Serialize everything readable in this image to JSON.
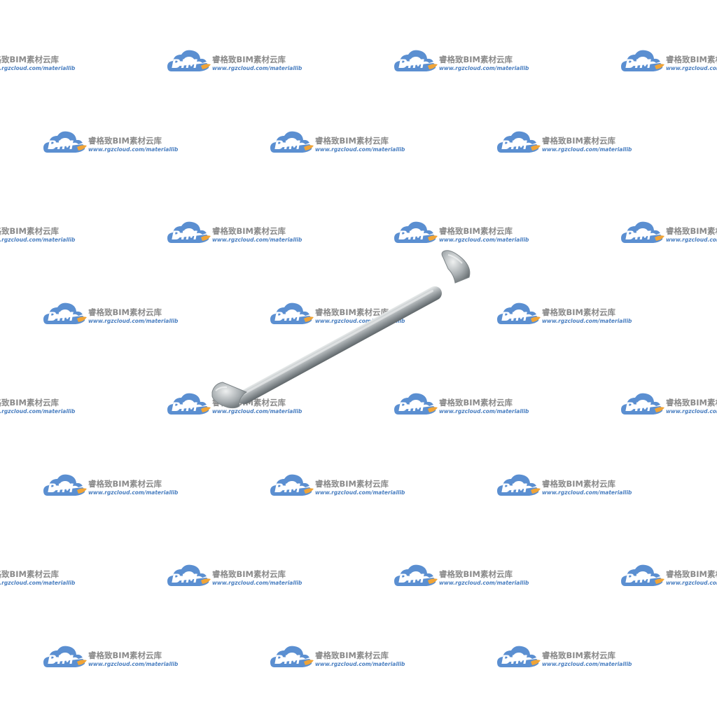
{
  "watermark": {
    "logo_text": "BIM",
    "brand": "睿格致BIM素材云库",
    "url": "www.rgzcloud.com/materiallib",
    "logo_blue": "#5b8fd1",
    "logo_orange": "#f0a437"
  },
  "object": {
    "icon": "metal-u-handle",
    "color": "#a9aeb0"
  }
}
